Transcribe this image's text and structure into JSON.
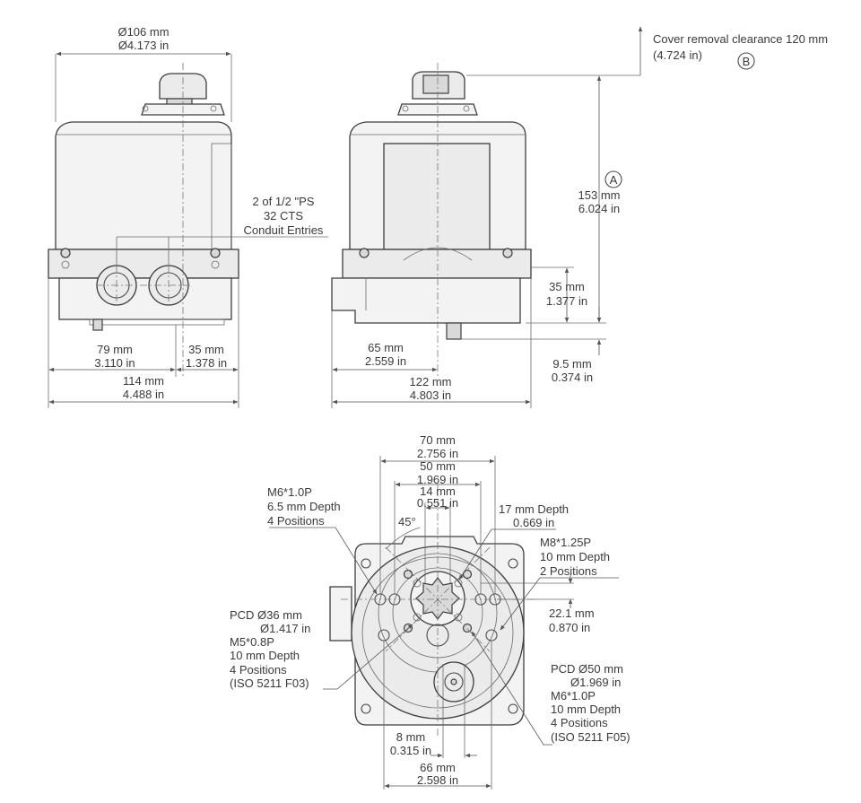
{
  "front_view": {
    "width_top_mm": "Ø106 mm",
    "width_top_in": "Ø4.173 in",
    "conduit_line1": "2 of 1/2 \"PS",
    "conduit_line2": "32 CTS",
    "conduit_line3": "Conduit Entries",
    "dim_79_mm": "79 mm",
    "dim_79_in": "3.110 in",
    "dim_35_mm": "35 mm",
    "dim_35_in": "1.378 in",
    "dim_114_mm": "114 mm",
    "dim_114_in": "4.488 in"
  },
  "side_view": {
    "cover_clearance_line1": "Cover removal clearance 120 mm",
    "cover_clearance_line2": "(4.724 in)",
    "marker_b": "B",
    "marker_a": "A",
    "dim_153_mm": "153 mm",
    "dim_153_in": "6.024 in",
    "dim_35_mm": "35 mm",
    "dim_35_in": "1.377 in",
    "dim_9_5_mm": "9.5 mm",
    "dim_9_5_in": "0.374 in",
    "dim_65_mm": "65 mm",
    "dim_65_in": "2.559 in",
    "dim_122_mm": "122 mm",
    "dim_122_in": "4.803 in"
  },
  "bottom_view": {
    "dim_70_mm": "70 mm",
    "dim_70_in": "2.756 in",
    "dim_50_mm": "50 mm",
    "dim_50_in": "1.969 in",
    "dim_14_mm": "14 mm",
    "dim_14_in": "0.551 in",
    "angle_45": "45°",
    "depth_17_line1": "17 mm Depth",
    "depth_17_line2": "0.669 in",
    "m6_top_line1": "M6*1.0P",
    "m6_top_line2": "6.5 mm Depth",
    "m6_top_line3": "4 Positions",
    "m8_line1": "M8*1.25P",
    "m8_line2": "10 mm Depth",
    "m8_line3": "2 Positions",
    "dim_22_1_mm": "22.1 mm",
    "dim_22_1_in": "0.870 in",
    "pcd36_line1": "PCD Ø36 mm",
    "pcd36_line2": "Ø1.417 in",
    "m5_line1": "M5*0.8P",
    "m5_line2": "10 mm Depth",
    "m5_line3": "4 Positions",
    "m5_line4": "(ISO 5211 F03)",
    "pcd50_line1": "PCD Ø50 mm",
    "pcd50_line2": "Ø1.969 in",
    "m6_bot_line1": "M6*1.0P",
    "m6_bot_line2": "10 mm Depth",
    "m6_bot_line3": "4 Positions",
    "m6_bot_line4": "(ISO 5211 F05)",
    "dim_8_mm": "8 mm",
    "dim_8_in": "0.315 in",
    "dim_66_mm": "66 mm",
    "dim_66_in": "2.598 in"
  }
}
